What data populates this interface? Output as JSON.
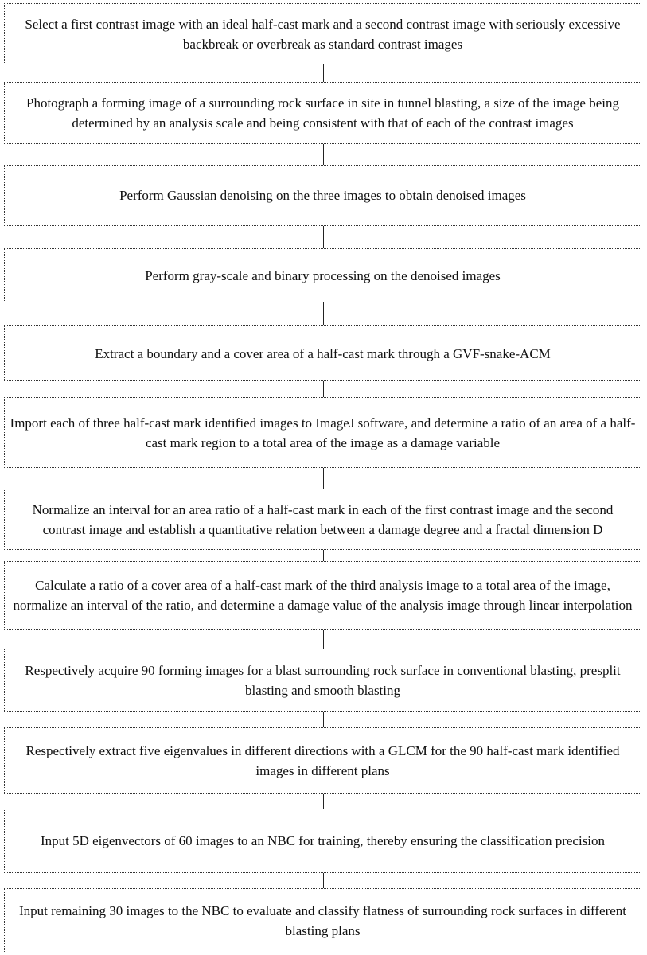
{
  "steps": [
    {
      "text": "Select a first contrast image with an ideal half-cast mark and a second contrast image with seriously excessive backbreak or overbreak as standard contrast images"
    },
    {
      "text": "Photograph a forming image of a surrounding rock surface in site in tunnel blasting, a size of the image being determined by an analysis scale and being consistent with that of each of the contrast images"
    },
    {
      "text": "Perform Gaussian denoising on the three images to obtain denoised images"
    },
    {
      "text": "Perform gray-scale and binary processing on the denoised images"
    },
    {
      "text": "Extract a boundary and a cover area of a half-cast mark through a GVF-snake-ACM"
    },
    {
      "text": "Import each of three half-cast mark identified images to ImageJ software, and determine a ratio of an area of a half-cast mark region to a total area of the image as a damage variable"
    },
    {
      "text": "Normalize an interval for an area ratio of a half-cast mark in each of the first contrast image and the second contrast image and establish a quantitative relation between a damage degree and a fractal dimension D"
    },
    {
      "text": "Calculate a ratio of a cover area of a half-cast mark of the third analysis image to a total area of the image, normalize an interval of the ratio, and determine a damage value of the analysis image through linear interpolation"
    },
    {
      "text": "Respectively acquire 90 forming images for a blast surrounding rock surface in conventional blasting, presplit blasting and smooth blasting"
    },
    {
      "text": "Respectively extract five eigenvalues in different directions with a GLCM for the 90 half-cast mark identified images in different plans"
    },
    {
      "text": "Input 5D eigenvectors of 60 images to an NBC for training, thereby ensuring the classification precision"
    },
    {
      "text": "Input remaining 30 images to the NBC to evaluate and classify flatness of surrounding rock surfaces in different blasting plans"
    }
  ]
}
